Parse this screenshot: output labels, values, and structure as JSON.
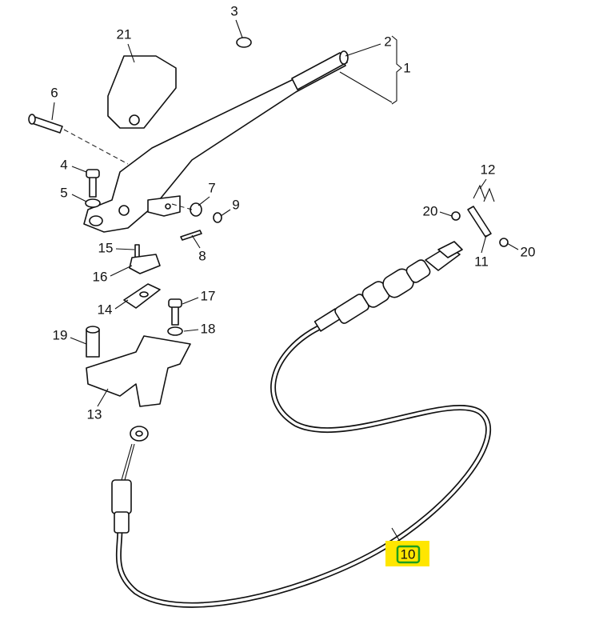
{
  "diagram": {
    "type": "exploded parts diagram",
    "callouts": [
      "1",
      "2",
      "3",
      "4",
      "5",
      "6",
      "7",
      "8",
      "9",
      "10",
      "11",
      "12",
      "13",
      "14",
      "15",
      "16",
      "17",
      "18",
      "19",
      "20",
      "20",
      "21"
    ],
    "highlighted_callout": "10",
    "colors": {
      "highlight": "#ffe600",
      "highlight_border": "#1e9e1e",
      "line": "#111111"
    }
  }
}
